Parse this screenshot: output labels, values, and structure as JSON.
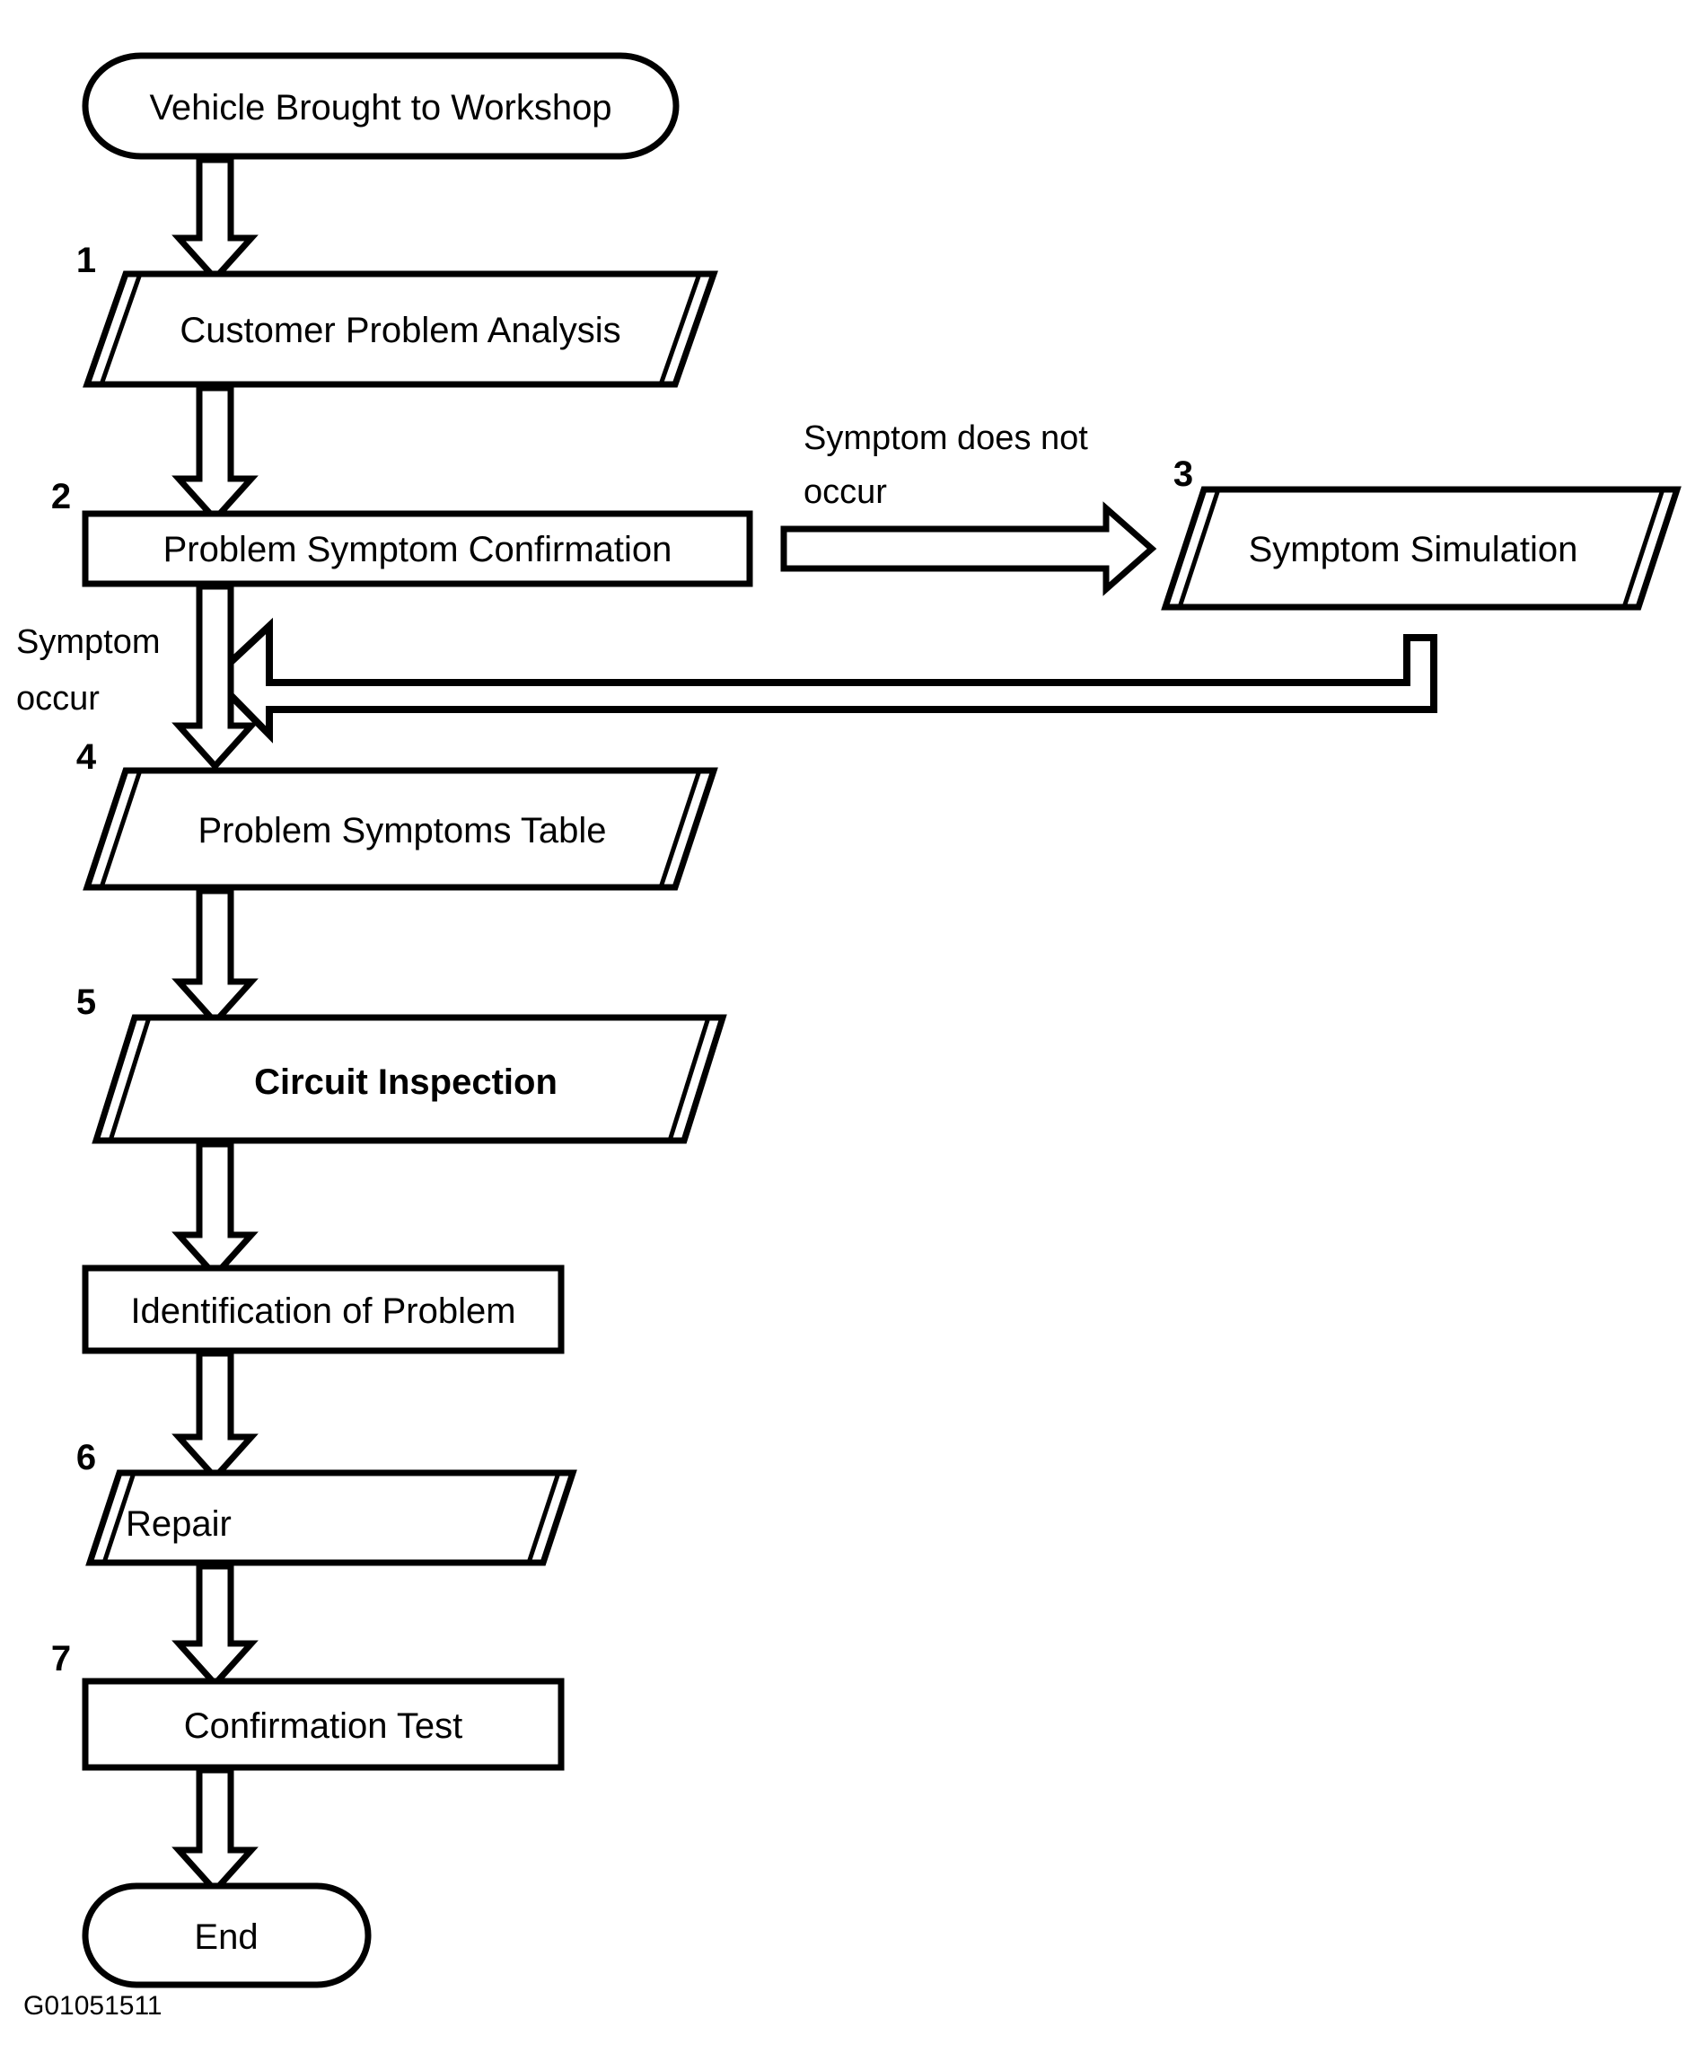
{
  "figure": {
    "code": "G01051511",
    "title": "Vehicle diagnostic procedure flowchart",
    "background_color": "#ffffff",
    "line_color": "#000000"
  },
  "nodes": {
    "start": {
      "label": "Vehicle Brought to Workshop",
      "shape": "rounded-terminator"
    },
    "step1": {
      "number": "1",
      "label": "Customer Problem Analysis",
      "shape": "parallelogram-shadow"
    },
    "step2": {
      "number": "2",
      "label": "Problem Symptom Confirmation",
      "shape": "rectangle"
    },
    "step3": {
      "number": "3",
      "label": "Symptom Simulation",
      "shape": "parallelogram-shadow"
    },
    "step4": {
      "number": "4",
      "label": "Problem Symptoms Table",
      "shape": "parallelogram-shadow"
    },
    "step5": {
      "number": "5",
      "label": "Circuit Inspection",
      "shape": "parallelogram-shadow",
      "bold": true
    },
    "identification": {
      "label": "Identification of Problem",
      "shape": "rectangle"
    },
    "step6": {
      "number": "6",
      "label": "Repair",
      "shape": "parallelogram-shadow",
      "align": "left"
    },
    "step7": {
      "number": "7",
      "label": "Confirmation Test",
      "shape": "rectangle"
    },
    "end": {
      "label": "End",
      "shape": "rounded-terminator"
    }
  },
  "edge_labels": {
    "symptom_does_not_occur_line1": "Symptom does not",
    "symptom_does_not_occur_line2": "occur",
    "symptom_occur_line1": "Symptom",
    "symptom_occur_line2": "occur"
  },
  "chart_data": {
    "type": "flowchart",
    "title": "Vehicle diagnostic procedure flowchart",
    "orientation": "top-to-bottom",
    "nodes": [
      {
        "id": "start",
        "label": "Vehicle Brought to Workshop",
        "shape": "terminator",
        "step": null
      },
      {
        "id": "step1",
        "label": "Customer Problem Analysis",
        "shape": "parallelogram",
        "step": 1
      },
      {
        "id": "step2",
        "label": "Problem Symptom Confirmation",
        "shape": "rectangle",
        "step": 2
      },
      {
        "id": "step3",
        "label": "Symptom Simulation",
        "shape": "parallelogram",
        "step": 3
      },
      {
        "id": "step4",
        "label": "Problem Symptoms Table",
        "shape": "parallelogram",
        "step": 4
      },
      {
        "id": "step5",
        "label": "Circuit Inspection",
        "shape": "parallelogram",
        "step": 5,
        "emphasis": "bold"
      },
      {
        "id": "identification",
        "label": "Identification of Problem",
        "shape": "rectangle",
        "step": null
      },
      {
        "id": "step6",
        "label": "Repair",
        "shape": "parallelogram",
        "step": 6
      },
      {
        "id": "step7",
        "label": "Confirmation Test",
        "shape": "rectangle",
        "step": 7
      },
      {
        "id": "end",
        "label": "End",
        "shape": "terminator",
        "step": null
      }
    ],
    "edges": [
      {
        "from": "start",
        "to": "step1",
        "label": "",
        "direction": "down"
      },
      {
        "from": "step1",
        "to": "step2",
        "label": "",
        "direction": "down"
      },
      {
        "from": "step2",
        "to": "step3",
        "label": "Symptom does not occur",
        "direction": "right"
      },
      {
        "from": "step2",
        "to": "step4",
        "label": "Symptom occur",
        "direction": "down"
      },
      {
        "from": "step3",
        "to": "step4",
        "label": "",
        "direction": "loop-back-left"
      },
      {
        "from": "step4",
        "to": "step5",
        "label": "",
        "direction": "down"
      },
      {
        "from": "step5",
        "to": "identification",
        "label": "",
        "direction": "down"
      },
      {
        "from": "identification",
        "to": "step6",
        "label": "",
        "direction": "down"
      },
      {
        "from": "step6",
        "to": "step7",
        "label": "",
        "direction": "down"
      },
      {
        "from": "step7",
        "to": "end",
        "label": "",
        "direction": "down"
      }
    ]
  }
}
